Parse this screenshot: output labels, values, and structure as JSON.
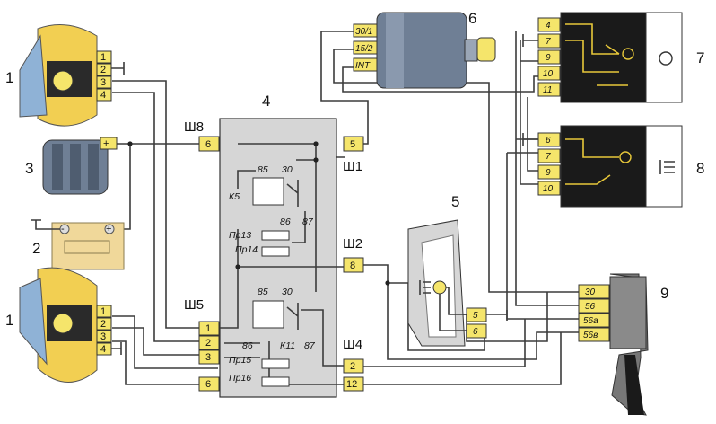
{
  "colors": {
    "pin_yellow": "#f5e56b",
    "relay_box": "#d6d6d6",
    "headlight_yellow": "#f2cf52",
    "switch_panel": "#1a1a1a",
    "wire": "#3c3c3c",
    "lens_blue": "#8fb2d6",
    "battery": "#f0d89a"
  },
  "components": {
    "headlight_top": {
      "number": "1",
      "pins": [
        "1",
        "2",
        "3",
        "4"
      ],
      "icons": [
        "headlight-lamp-icon"
      ]
    },
    "generator": {
      "number": "3",
      "terminals": [
        "+"
      ]
    },
    "battery": {
      "number": "2",
      "terminals": [
        "-",
        "+"
      ]
    },
    "headlight_bottom": {
      "number": "1",
      "pins": [
        "1",
        "2",
        "3",
        "4"
      ]
    },
    "relay_block": {
      "number": "4",
      "connectors": {
        "sh8": {
          "name": "Ш8",
          "pins": [
            "6"
          ]
        },
        "sh1": {
          "name": "Ш1",
          "pins": [
            "5"
          ]
        },
        "sh2": {
          "name": "Ш2",
          "pins": [
            "8"
          ]
        },
        "sh5": {
          "name": "Ш5",
          "pins": [
            "1",
            "2",
            "3",
            "6"
          ]
        },
        "sh4": {
          "name": "Ш4",
          "pins": [
            "2",
            "12"
          ]
        }
      },
      "relay_top": {
        "name": "К5",
        "terminals": [
          "85",
          "30",
          "86",
          "87"
        ],
        "fuses": [
          "Пр13",
          "Пр14"
        ]
      },
      "relay_bottom": {
        "name": "К11",
        "terminals": [
          "85",
          "30",
          "86",
          "87"
        ],
        "fuses": [
          "Пр15",
          "Пр16"
        ]
      }
    },
    "ignition_switch": {
      "number": "6",
      "pins": [
        "30/1",
        "15/2",
        "INT"
      ],
      "icons": [
        "ignition-key-icon"
      ]
    },
    "light_switch": {
      "number": "7",
      "pins": [
        "4",
        "7",
        "9",
        "10",
        "11"
      ],
      "icons": [
        "sun-icon"
      ]
    },
    "headlight_switch": {
      "number": "8",
      "pins": [
        "6",
        "7",
        "9",
        "10"
      ],
      "icons": [
        "headlight-beam-icon"
      ]
    },
    "indicator_lamp": {
      "number": "5",
      "pins": [
        "5",
        "6"
      ],
      "icons": [
        "high-beam-indicator-icon"
      ]
    },
    "column_switch": {
      "number": "9",
      "pins": [
        "30",
        "56",
        "56а",
        "56в"
      ]
    }
  }
}
